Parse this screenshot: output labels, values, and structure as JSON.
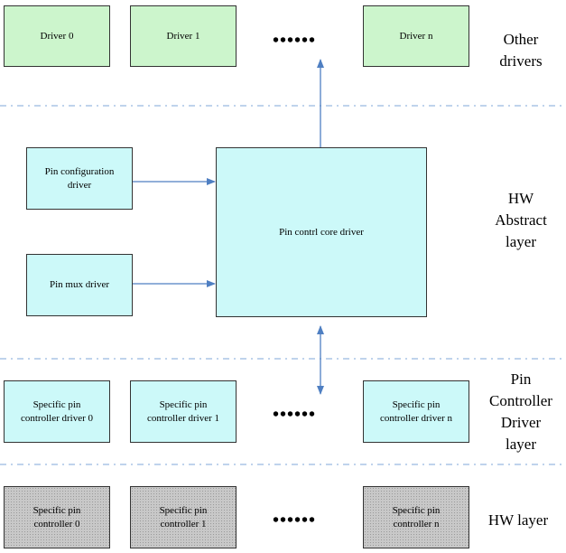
{
  "other_drivers": {
    "boxes": [
      "Driver 0",
      "Driver 1",
      "Driver n"
    ],
    "ellipsis": "••••••"
  },
  "hw_abstract": {
    "pin_config": "Pin configuration\ndriver",
    "pin_mux": "Pin mux driver",
    "core": "Pin contrl core driver"
  },
  "pin_controller_drivers": {
    "boxes": [
      "Specific pin\ncontroller driver 0",
      "Specific pin\ncontroller driver 1",
      "Specific pin\ncontroller driver n"
    ],
    "ellipsis": "••••••"
  },
  "hw": {
    "boxes": [
      "Specific pin\ncontroller 0",
      "Specific pin\ncontroller 1",
      "Specific pin\ncontroller n"
    ],
    "ellipsis": "••••••"
  },
  "layer_labels": {
    "other": "Other\ndrivers",
    "abstract": "HW\nAbstract\nlayer",
    "controller": "Pin\nController\nDriver\nlayer",
    "hw": "HW layer"
  },
  "colors": {
    "driver_fill": "#ccf5cc",
    "abstract_fill": "#ccf9f9",
    "hw_fill": "#c8c8c8",
    "arrow": "#4f7fc2",
    "separator": "#7fa7d8"
  }
}
